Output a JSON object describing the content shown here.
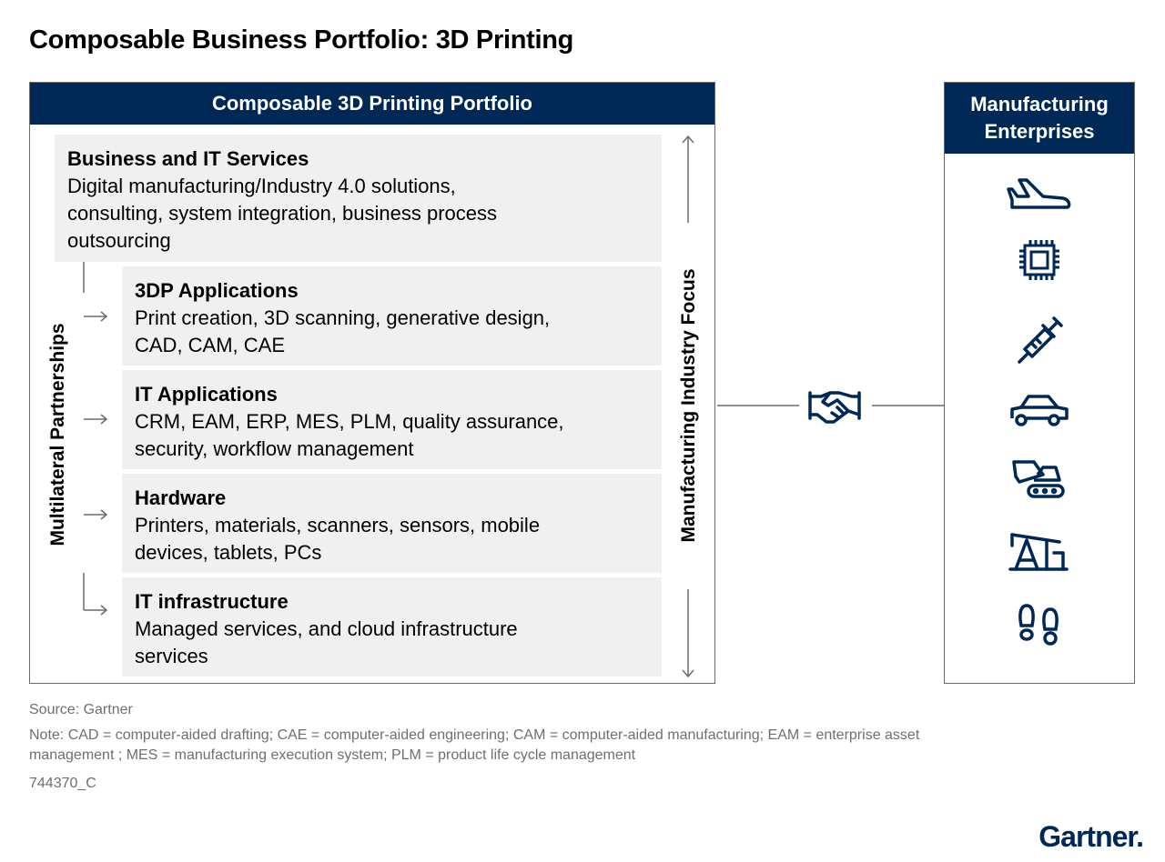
{
  "title": "Composable Business Portfolio: 3D Printing",
  "portfolio": {
    "header": "Composable 3D Printing Portfolio",
    "cards": [
      {
        "title": "Business and IT Services",
        "lines": [
          "Digital manufacturing/Industry 4.0 solutions,",
          "consulting, system integration, business process",
          "outsourcing"
        ]
      },
      {
        "title": "3DP Applications",
        "lines": [
          "Print creation, 3D scanning, generative design,",
          "CAD, CAM, CAE"
        ]
      },
      {
        "title": "IT Applications",
        "lines": [
          "CRM, EAM, ERP, MES, PLM, quality assurance,",
          "security, workflow management"
        ]
      },
      {
        "title": "Hardware",
        "lines": [
          "Printers, materials, scanners, sensors, mobile",
          "devices, tablets, PCs"
        ]
      },
      {
        "title": "IT infrastructure",
        "lines": [
          "Managed services, and cloud infrastructure",
          "services"
        ]
      }
    ],
    "left_label": "Multilateral Partnerships",
    "right_label": "Manufacturing Industry Focus"
  },
  "enterprises": {
    "header_lines": [
      "Manufacturing",
      "Enterprises"
    ],
    "icons": [
      "airplane-icon",
      "microchip-icon",
      "syringe-icon",
      "car-icon",
      "excavator-icon",
      "oil-pump-icon",
      "footprints-icon"
    ]
  },
  "connector_icon": "handshake-icon",
  "footer": {
    "source": "Source: Gartner",
    "note_lines": [
      "Note: CAD = computer-aided drafting; CAE = computer-aided engineering; CAM = computer-aided manufacturing; EAM = enterprise asset",
      "management ; MES = manufacturing execution system; PLM = product life cycle management"
    ],
    "id": "744370_C"
  },
  "logo": "Gartner.",
  "colors": {
    "navy": "#002856",
    "card_bg": "#f0f0f0",
    "line": "#6b6b6b"
  }
}
